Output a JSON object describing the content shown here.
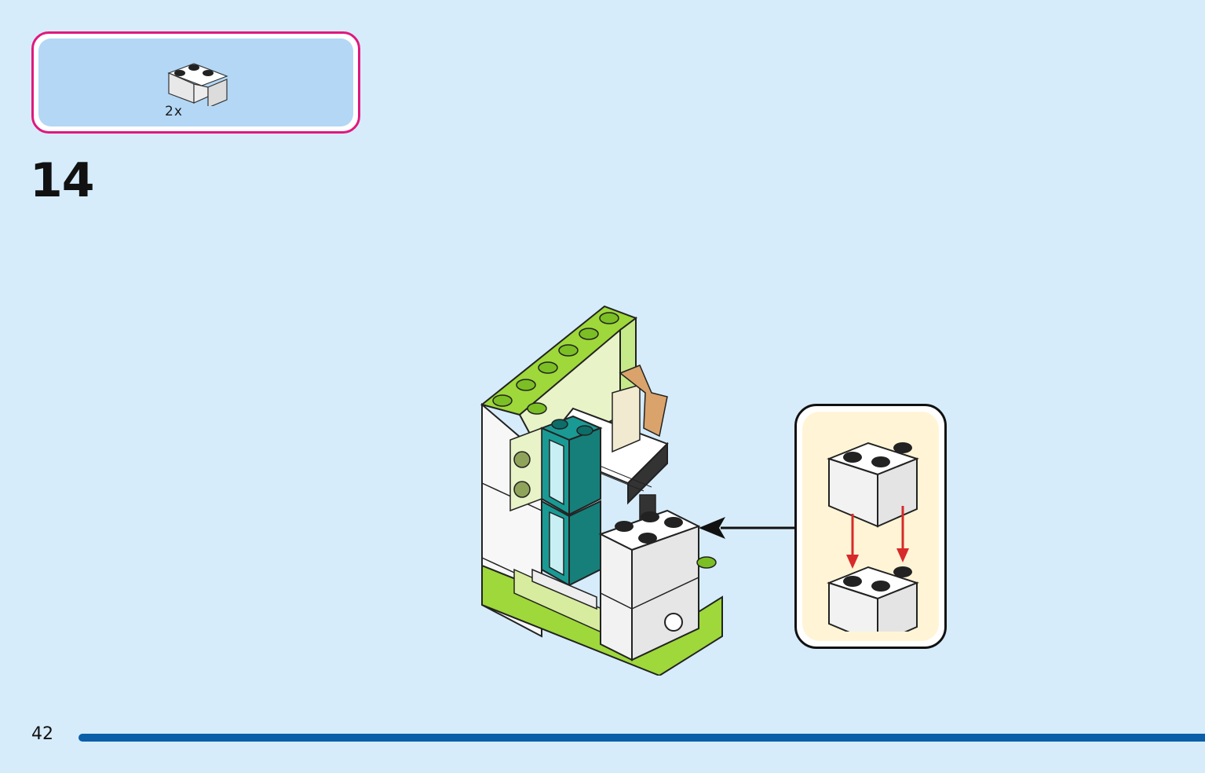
{
  "parts_list": {
    "items": [
      {
        "icon": "corner-brick-1x2x2-white-icon",
        "quantity": "2x"
      }
    ]
  },
  "step": {
    "number": "14"
  },
  "callout": {
    "description_icon": "corner-brick-stacking-icon"
  },
  "footer": {
    "page_number": "42"
  },
  "colors": {
    "background": "#d6ecfa",
    "parts_box_border": "#e0187e",
    "parts_box_fill": "#b3d7f5",
    "callout_fill": "#fff5d6",
    "lime": "#9ed83a",
    "teal": "#1a9a94",
    "page_bar": "#0a5fa8",
    "arrow_red": "#d72a2a"
  }
}
